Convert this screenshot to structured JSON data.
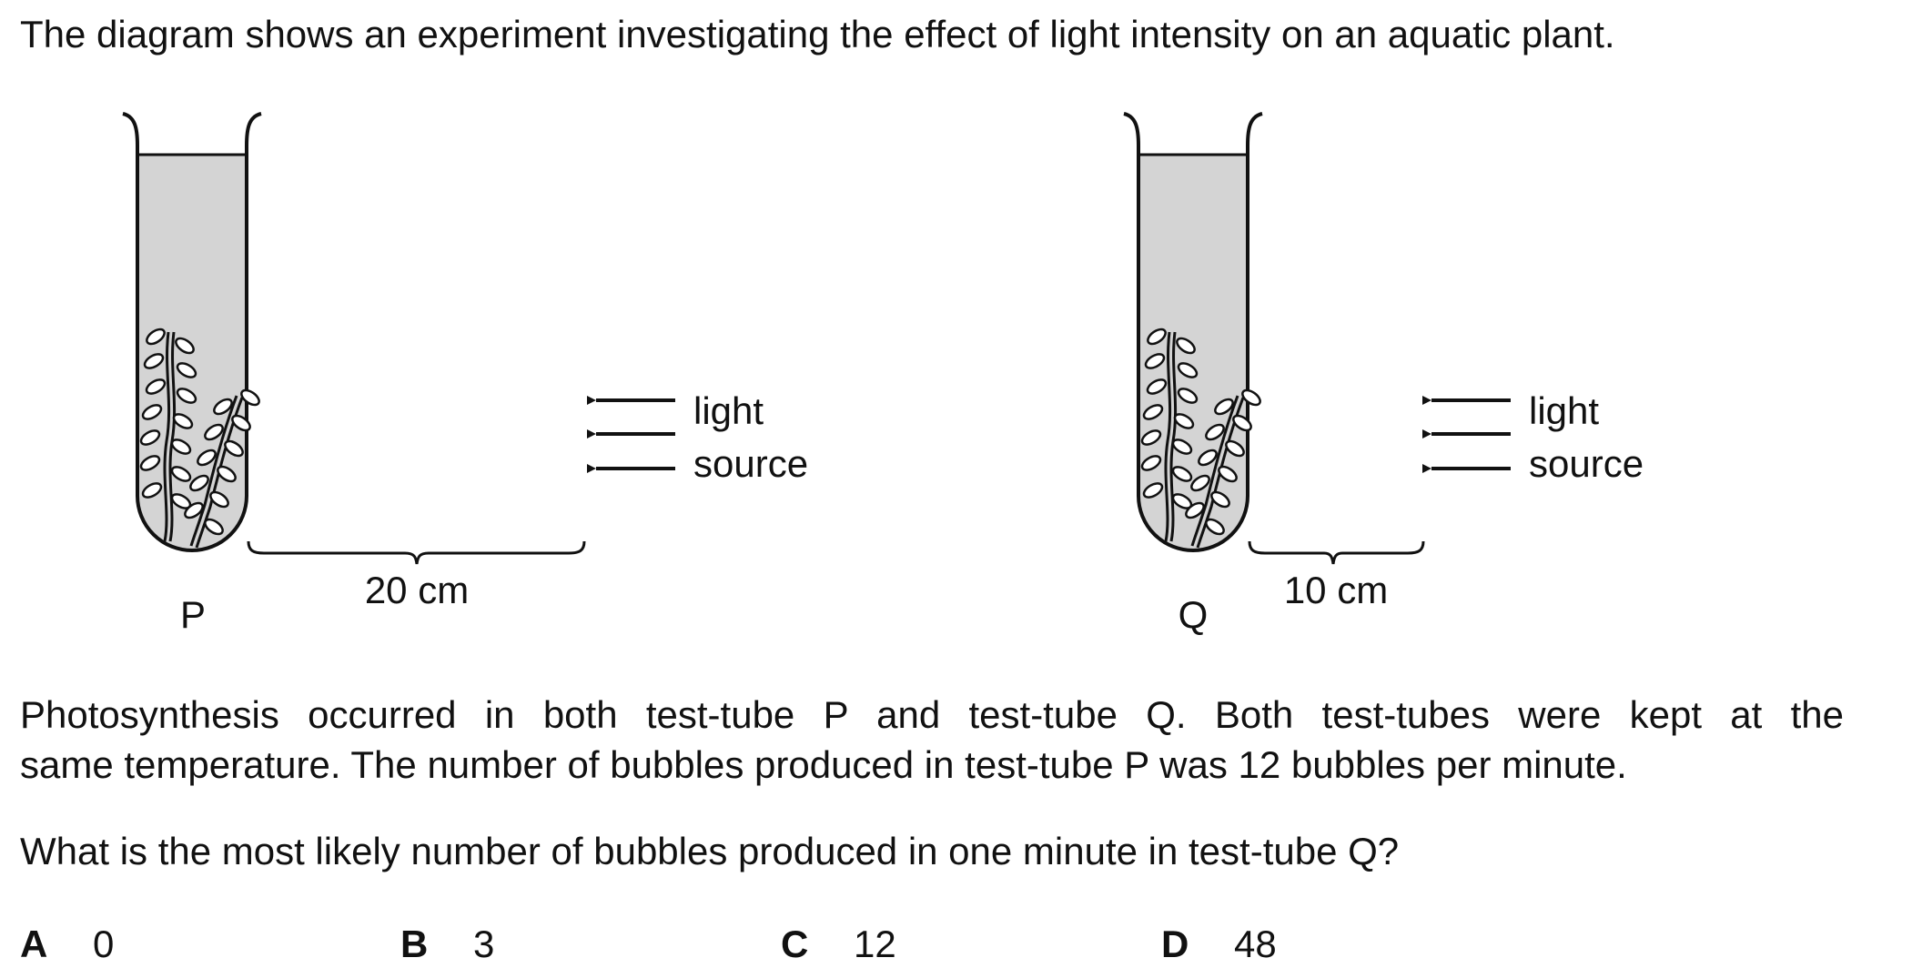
{
  "intro": "The diagram shows an experiment investigating the effect of light intensity on an aquatic plant.",
  "diagram": {
    "setups": [
      {
        "tube_label": "P",
        "distance": "20 cm",
        "light_label_line1": "light",
        "light_label_line2": "source"
      },
      {
        "tube_label": "Q",
        "distance": "10 cm",
        "light_label_line1": "light",
        "light_label_line2": "source"
      }
    ],
    "colors": {
      "water": "#d4d4d4",
      "outline": "#111111"
    }
  },
  "paragraph": {
    "line1": "Photosynthesis occurred in both test-tube P and test-tube Q. Both test-tubes were kept at the",
    "line2": "same temperature. The number of bubbles produced in test-tube P was 12 bubbles per minute."
  },
  "question": "What is the most likely number of bubbles produced in one minute in test-tube Q?",
  "options": [
    {
      "letter": "A",
      "value": "0"
    },
    {
      "letter": "B",
      "value": "3"
    },
    {
      "letter": "C",
      "value": "12"
    },
    {
      "letter": "D",
      "value": "48"
    }
  ]
}
